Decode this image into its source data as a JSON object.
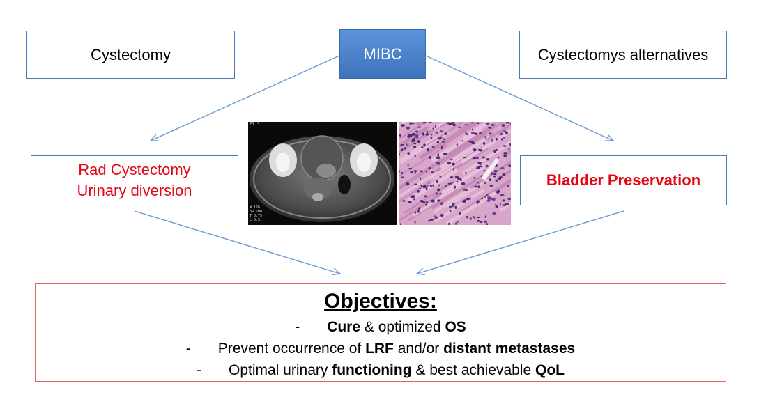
{
  "nodes": {
    "mibc": "MIBC",
    "cystectomy": "Cystectomy",
    "alternatives": "Cystectomys alternatives",
    "rad_line1": "Rad Cystectomy",
    "rad_line2": "Urinary diversion",
    "preservation": "Bladder Preservation"
  },
  "objectives": {
    "title": "Objectives:",
    "items": [
      {
        "dash": "-",
        "parts": [
          {
            "b": "Cure"
          },
          {
            "t": " & optimized "
          },
          {
            "b": "OS"
          }
        ]
      },
      {
        "dash": "-",
        "parts": [
          {
            "t": "Prevent occurrence of "
          },
          {
            "b": "LRF"
          },
          {
            "t": " and/or "
          },
          {
            "b": "distant metastases"
          }
        ]
      },
      {
        "dash": "-",
        "parts": [
          {
            "t": "Optimal urinary "
          },
          {
            "b": "functioning"
          },
          {
            "t": " & best achievable "
          },
          {
            "b": "QoL"
          }
        ]
      }
    ]
  },
  "ct_overlay": {
    "corner": "FI 3",
    "lines": [
      "W 126",
      "hw 200",
      "T 0.75",
      "L 0.5"
    ]
  },
  "colors": {
    "arrow": "#6a9ad4",
    "node_blue": "#4a86d0",
    "highlight_red": "#e30613",
    "objectives_border": "#e06666"
  }
}
